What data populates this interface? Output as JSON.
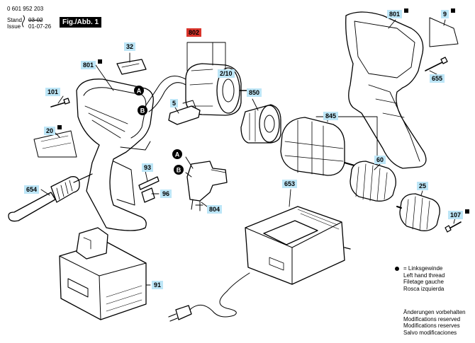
{
  "header": {
    "doc_number": "0 601 952 203",
    "stand_label": "Stand",
    "stand_value": "03-02",
    "issue_label": "Issue",
    "issue_value": "01-07-26",
    "figure_label": "Fig./Abb. 1"
  },
  "callouts": [
    {
      "id": "801a",
      "label": "801",
      "marker": true
    },
    {
      "id": "32",
      "label": "32",
      "marker": false
    },
    {
      "id": "802",
      "label": "802",
      "marker": false,
      "highlight": true
    },
    {
      "id": "2-10",
      "label": "2/10",
      "marker": false
    },
    {
      "id": "101",
      "label": "101",
      "marker": false
    },
    {
      "id": "20",
      "label": "20",
      "marker": true
    },
    {
      "id": "5",
      "label": "5",
      "marker": false
    },
    {
      "id": "850",
      "label": "850",
      "marker": false
    },
    {
      "id": "801b",
      "label": "801",
      "marker": true
    },
    {
      "id": "9",
      "label": "9",
      "marker": true
    },
    {
      "id": "655",
      "label": "655",
      "marker": false
    },
    {
      "id": "845",
      "label": "845",
      "marker": false
    },
    {
      "id": "60",
      "label": "60",
      "marker": false
    },
    {
      "id": "93",
      "label": "93",
      "marker": false
    },
    {
      "id": "96",
      "label": "96",
      "marker": false
    },
    {
      "id": "804",
      "label": "804",
      "marker": false
    },
    {
      "id": "654",
      "label": "654",
      "marker": false
    },
    {
      "id": "653",
      "label": "653",
      "marker": false
    },
    {
      "id": "25",
      "label": "25",
      "marker": false
    },
    {
      "id": "107",
      "label": "107",
      "marker": true
    },
    {
      "id": "91",
      "label": "91",
      "marker": false
    }
  ],
  "connector_letters": {
    "a": "A",
    "b": "B"
  },
  "legend": {
    "lines": [
      "= Linksgewinde",
      "Left hand thread",
      "Filetage gauche",
      "Rosca izquierda"
    ]
  },
  "modifications": {
    "lines": [
      "Änderungen vorbehalten",
      "Modifications reserved",
      "Modifications reserves",
      "Salvo modificaciones"
    ]
  },
  "colors": {
    "callout_fill": "#bde6f7",
    "callout_highlight": "#d9342b",
    "line": "#000000"
  }
}
